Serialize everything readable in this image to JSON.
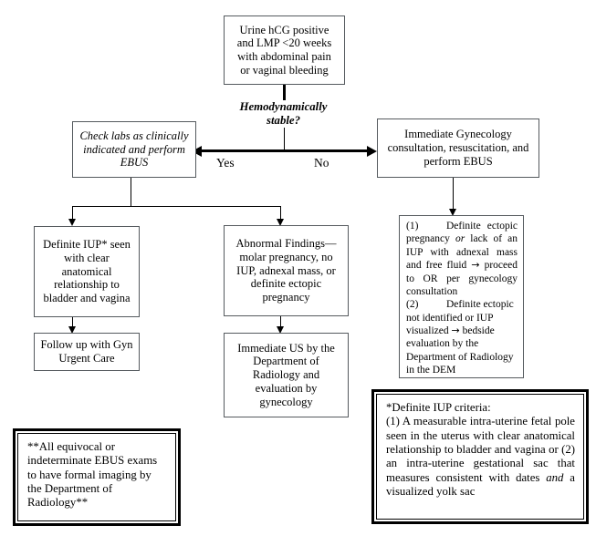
{
  "diagram": {
    "title": "Urine hCG positive early pregnancy EBUS pathway",
    "nodes": {
      "start": {
        "label": "Urine hCG positive and LMP <20 weeks with abdominal pain or vaginal bleeding",
        "line1": "Urine hCG positive",
        "line2": "and LMP <20 weeks",
        "line3": "with abdominal pain",
        "line4": "or vaginal bleeding"
      },
      "decision": {
        "line1": "Hemodynamically",
        "line2": "stable?"
      },
      "yes_label": "Yes",
      "no_label": "No",
      "stable_branch": {
        "line1": "Check labs as clinically",
        "line2": "indicated and perform",
        "line3": "EBUS"
      },
      "unstable_branch": {
        "line1": "Immediate Gynecology",
        "line2": "consultation, resuscitation, and",
        "line3": "perform EBUS"
      },
      "definite_iup": {
        "line1": "Definite IUP* seen",
        "line2": "with clear",
        "line3": "anatomical",
        "line4": "relationship to",
        "line5": "bladder and vagina"
      },
      "abnormal_findings": {
        "line1": "Abnormal Findings—",
        "line2": "molar pregnancy, no",
        "line3": "IUP, adnexal mass, or",
        "line4": "definite ectopic",
        "line5": "pregnancy"
      },
      "follow_up": {
        "line1": "Follow up with Gyn",
        "line2": "Urgent Care"
      },
      "immediate_us": {
        "line1": "Immediate US by the",
        "line2": "Department of",
        "line3": "Radiology and",
        "line4": "evaluation by",
        "line5": "gynecology"
      },
      "gyn_actions": {
        "item1_num": "(1)",
        "item1_a": "Definite ectopic pregnancy ",
        "item1_em": "or",
        "item1_b": " lack of an IUP with adnexal mass and free fluid ",
        "item1_arrow": "→",
        "item1_c": " proceed to OR per gynecology consultation",
        "item2_num": "(2)",
        "item2_a": "Definite ectopic not identified or IUP visualized ",
        "item2_arrow": "→",
        "item2_b": " bedside evaluation by the Department of Radiology in the DEM"
      }
    },
    "notes": {
      "ebus_note": {
        "text": "**All equivocal or indeterminate EBUS exams to have formal imaging by the Department of Radiology**"
      },
      "iup_criteria": {
        "heading": "*Definite IUP criteria:",
        "body_a": "(1) A measurable intra-uterine fetal pole seen in the uterus with clear anatomical relationship to bladder and vagina or (2) an intra-uterine gestational sac that measures consistent with dates ",
        "body_em": "and",
        "body_b": " a visualized yolk sac"
      }
    },
    "colors": {
      "stroke": "#000000",
      "box_border": "#555a5e",
      "background": "#ffffff",
      "text": "#000000"
    }
  }
}
